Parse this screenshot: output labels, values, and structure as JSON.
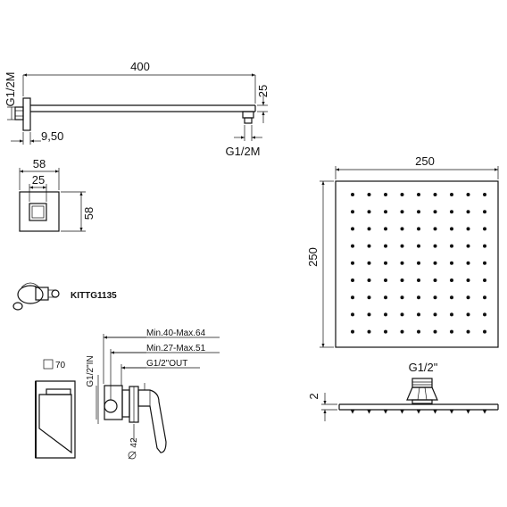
{
  "arm": {
    "length": "400",
    "thread_wall": "G1/2M",
    "height": "25",
    "offset": "9,50",
    "thread_outlet": "G1/2M"
  },
  "wall_flange": {
    "outer": "58",
    "inner": "25",
    "height": "58"
  },
  "kit": {
    "code": "KITTG1135"
  },
  "mixer": {
    "plate": "70",
    "inlet": "G1/2\"IN",
    "range_1": "Min.40-Max.64",
    "range_2": "Min.27-Max.51",
    "outlet": "G1/2\"OUT",
    "diameter": "42"
  },
  "shower_head": {
    "width": "250",
    "height": "250",
    "connection": "G1/2\"",
    "thickness": "2"
  }
}
